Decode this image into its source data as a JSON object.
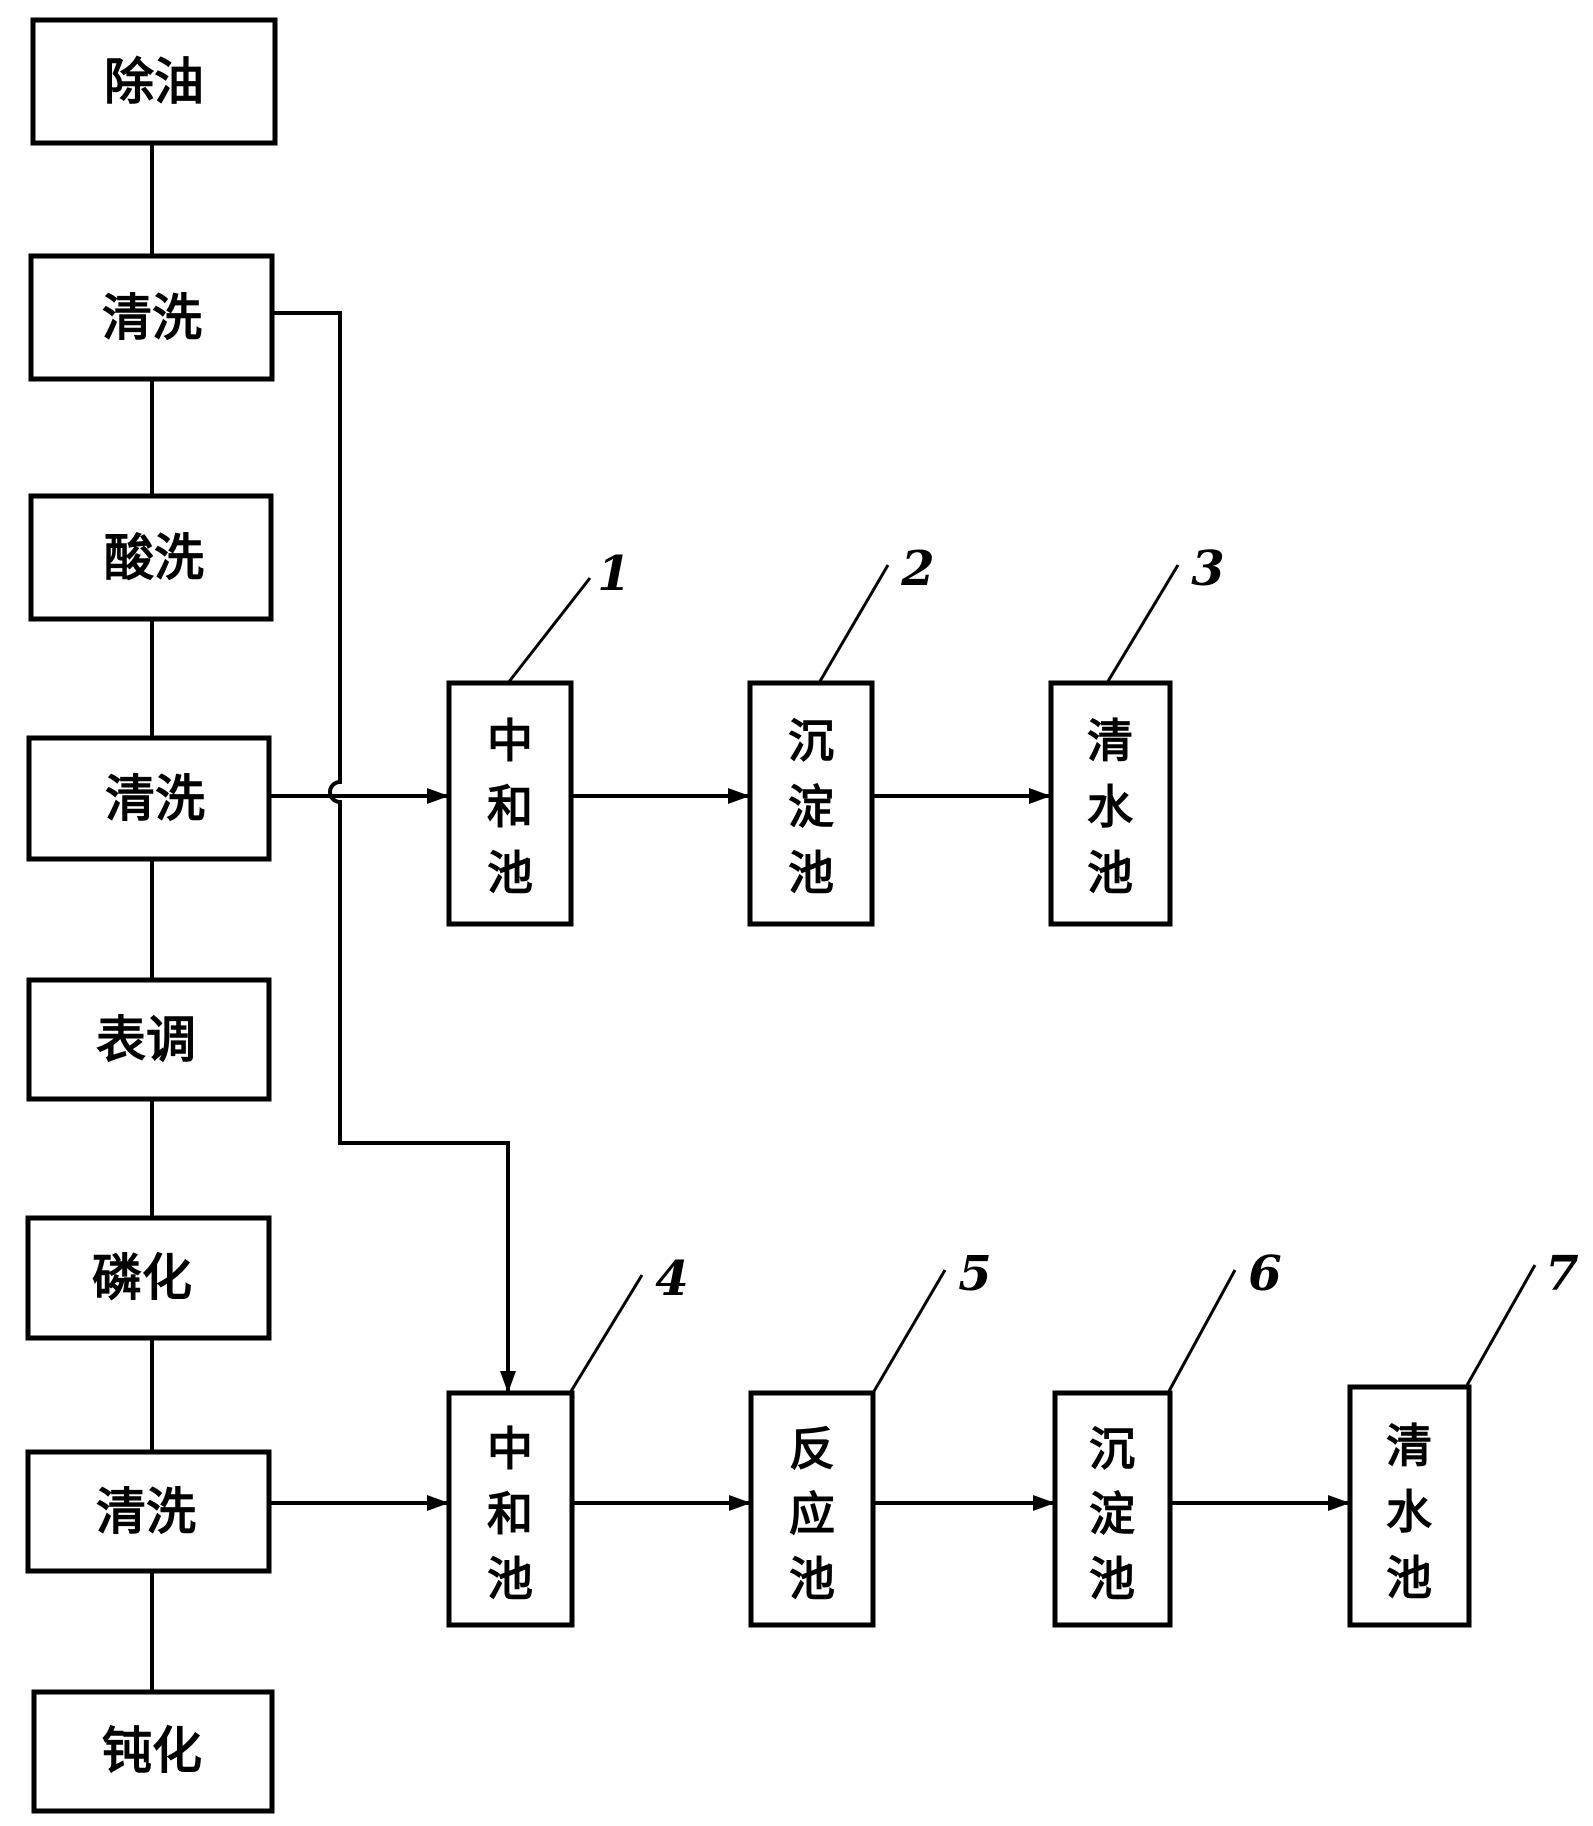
{
  "process_steps": [
    "除油",
    "清洗",
    "酸洗",
    "清洗",
    "表调",
    "磷化",
    "清洗",
    "钝化"
  ],
  "top_line": [
    {
      "number": "1",
      "label": [
        "中",
        "和",
        "池"
      ]
    },
    {
      "number": "2",
      "label": [
        "沉",
        "淀",
        "池"
      ]
    },
    {
      "number": "3",
      "label": [
        "清",
        "水",
        "池"
      ]
    }
  ],
  "bottom_line": [
    {
      "number": "4",
      "label": [
        "中",
        "和",
        "池"
      ]
    },
    {
      "number": "5",
      "label": [
        "反",
        "应",
        "池"
      ]
    },
    {
      "number": "6",
      "label": [
        "沉",
        "淀",
        "池"
      ]
    },
    {
      "number": "7",
      "label": [
        "清",
        "水",
        "池"
      ]
    }
  ]
}
